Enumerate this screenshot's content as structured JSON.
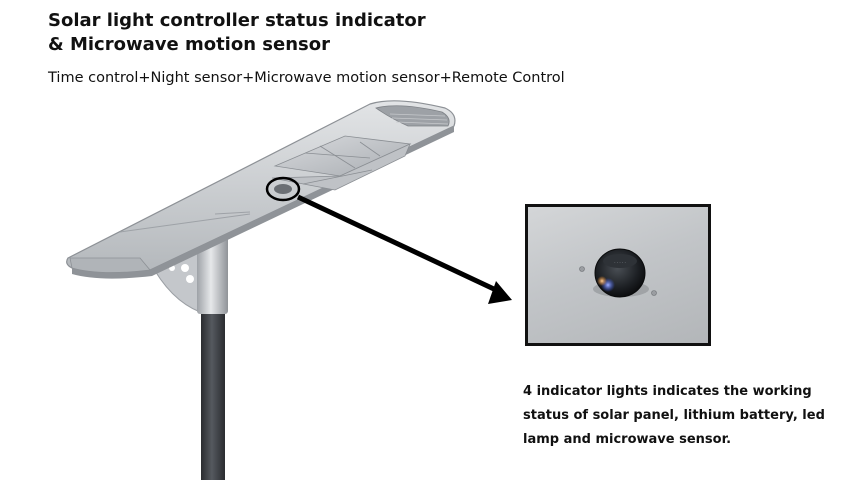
{
  "heading": {
    "line1": "Solar light controller status indicator",
    "line2": "& Microwave motion sensor"
  },
  "features": "Time control+Night sensor+Microwave motion sensor+Remote Control",
  "description": {
    "line1": "4 indicator lights indicates the working",
    "line2": "status of solar panel, lithium battery, led",
    "line3": "lamp and microwave sensor."
  },
  "colors": {
    "indicator_blue": "#3a5cff",
    "indicator_orange": "#ff8a1a",
    "housing": "#c9ccd0",
    "pole": "#3a3d42"
  }
}
